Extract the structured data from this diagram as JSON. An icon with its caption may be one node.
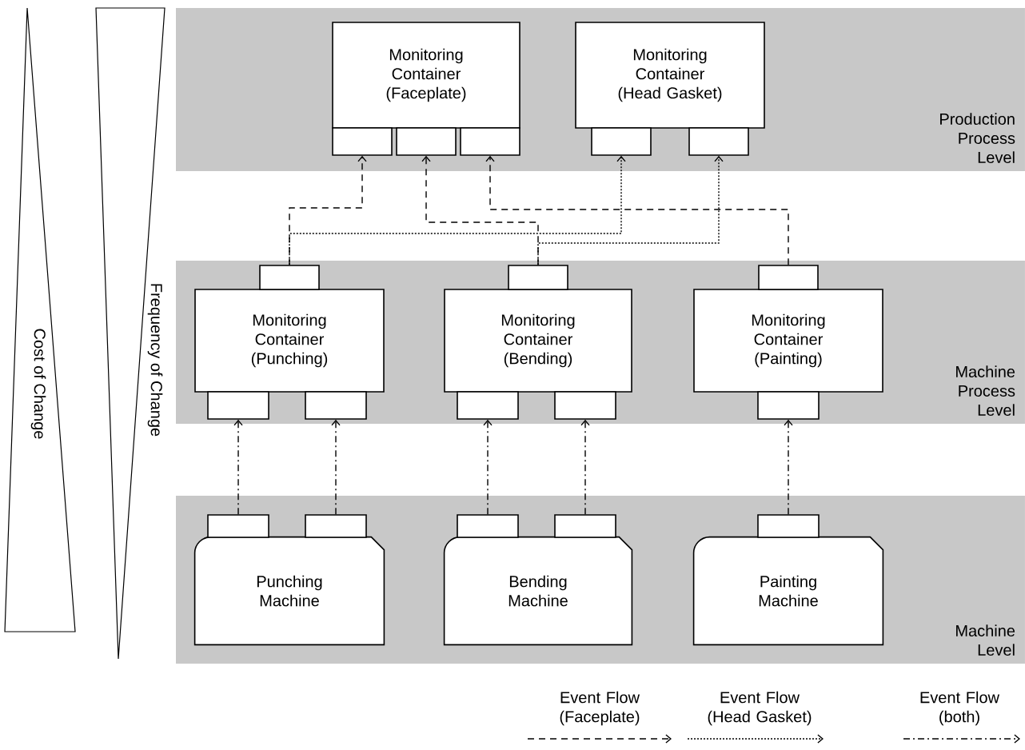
{
  "diagram": {
    "nodes": [
      {
        "text": [
          "Cost of Change"
        ]
      },
      {
        "text": [
          "Frequency of Change"
        ]
      },
      {
        "text": [
          "Production Process Level"
        ]
      },
      {
        "text": [
          "Monitoring Container (Faceplate)"
        ],
        "in": 2
      },
      {
        "text": [
          "Monitoring Container (Head Gasket)"
        ],
        "in": 2
      },
      {
        "text": [],
        "shape": "box",
        "in": 2
      },
      {
        "text": [],
        "shape": "box",
        "in": 2
      },
      {
        "text": [],
        "shape": "box",
        "in": 2
      },
      {
        "text": [],
        "shape": "box",
        "in": 2
      },
      {
        "text": [],
        "shape": "box",
        "in": 2
      },
      {
        "text": [
          "Machine Process Level"
        ]
      },
      {
        "text": [
          "Monitoring Container (Punching)"
        ],
        "in": 10
      },
      {
        "text": [
          "Monitoring Container (Bending)"
        ],
        "in": 10
      },
      {
        "text": [
          "Monitoring Container (Painting)"
        ],
        "in": 10
      },
      {
        "text": [],
        "shape": "box",
        "in": 10
      },
      {
        "text": [],
        "shape": "box",
        "in": 10
      },
      {
        "text": [],
        "shape": "box",
        "in": 10
      },
      {
        "text": [],
        "shape": "box",
        "in": 10
      },
      {
        "text": [],
        "shape": "box",
        "in": 10
      },
      {
        "text": [],
        "shape": "box",
        "in": 10
      },
      {
        "text": [],
        "shape": "box",
        "in": 10
      },
      {
        "text": [],
        "shape": "box",
        "in": 10
      },
      {
        "text": [
          "Machine Level"
        ]
      },
      {
        "text": [
          "Punching Machine"
        ],
        "in": 22
      },
      {
        "text": [
          "Bending Machine"
        ],
        "in": 22
      },
      {
        "text": [
          "Painting Machine"
        ],
        "in": 22
      },
      {
        "text": [],
        "shape": "box",
        "in": 22
      },
      {
        "text": [],
        "shape": "box",
        "in": 22
      },
      {
        "text": [],
        "shape": "box",
        "in": 22
      },
      {
        "text": [],
        "shape": "box",
        "in": 22
      },
      {
        "text": [],
        "shape": "box",
        "in": 22
      }
    ],
    "edges": [
      {
        "from": 14,
        "to": 5,
        "arrow": "to",
        "style": "dashed"
      },
      {
        "from": 15,
        "to": 6,
        "arrow": "to",
        "style": "dashed"
      },
      {
        "from": 16,
        "to": 7,
        "arrow": "to",
        "style": "dashed"
      },
      {
        "from": 14,
        "to": 8,
        "arrow": "to"
      },
      {
        "from": 15,
        "to": 9,
        "arrow": "to"
      },
      {
        "from": 26,
        "to": 17,
        "arrow": "to"
      },
      {
        "from": 27,
        "to": 18,
        "arrow": "to"
      },
      {
        "from": 28,
        "to": 19,
        "arrow": "to"
      },
      {
        "from": 29,
        "to": 20,
        "arrow": "to"
      },
      {
        "from": 30,
        "to": 21,
        "arrow": "to"
      }
    ],
    "legend": [
      {
        "text": "Event Flow (Faceplate)"
      },
      {
        "text": "Event Flow (Head Gasket)"
      },
      {
        "text": "Event Flow (both)"
      }
    ]
  }
}
